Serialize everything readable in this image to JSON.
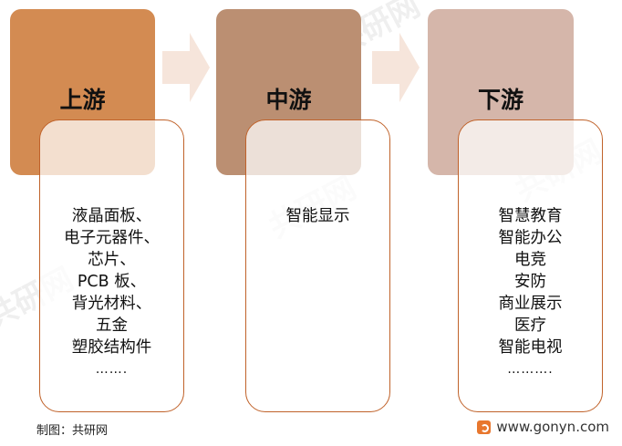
{
  "stages": [
    {
      "title": "上游",
      "color": "#d38b52",
      "items": [
        "液晶面板、",
        "电子元器件、",
        "芯片、",
        "PCB 板、",
        "背光材料、",
        "五金",
        "塑胶结构件",
        "……."
      ]
    },
    {
      "title": "中游",
      "color": "#bb8f72",
      "items": [
        "智能显示"
      ]
    },
    {
      "title": "下游",
      "color": "#d5b6aa",
      "items": [
        "智慧教育",
        "智能办公",
        "电竞",
        "安防",
        "商业展示",
        "医疗",
        "智能电视",
        "………."
      ]
    }
  ],
  "colors": {
    "arrow": "#f6e5db",
    "detail_border": "#c0622a",
    "logo": "#e8772e"
  },
  "footer": {
    "credit": "制图：共研网",
    "url": "www.gonyn.com"
  }
}
